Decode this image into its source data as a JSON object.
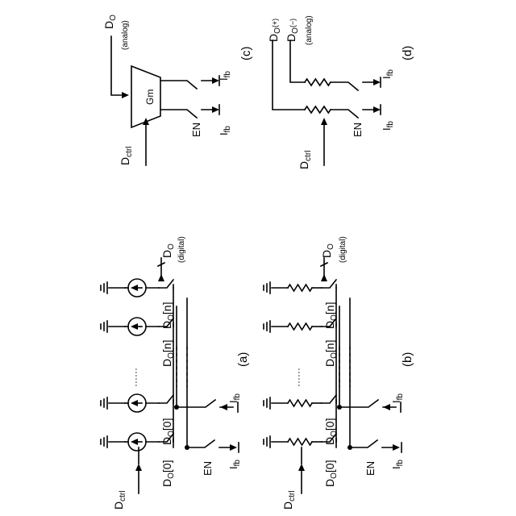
{
  "labels": {
    "dctrl": "D",
    "dctrl_sub": "ctrl",
    "do": "D",
    "do_sub": "O",
    "digital": "(digital)",
    "analog": "(analog)",
    "ifb": "I",
    "ifb_sub": "fb",
    "en": "EN",
    "gm": "Gm",
    "do0": "[0]",
    "don": "[n]",
    "plus": "(+)",
    "minus": "(−)",
    "ellipsis": "······",
    "cap_a": "(a)",
    "cap_b": "(b)",
    "cap_c": "(c)",
    "cap_d": "(d)"
  }
}
